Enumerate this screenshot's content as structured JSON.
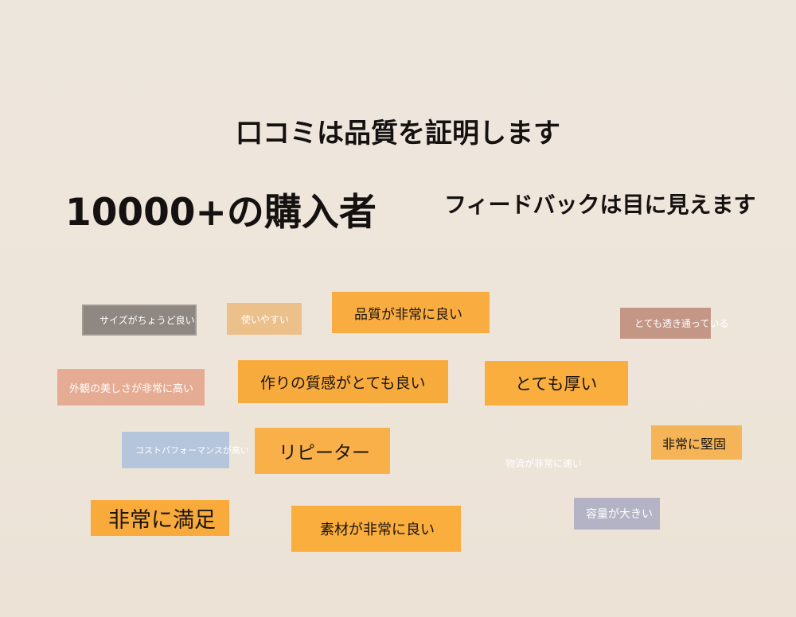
{
  "headline": "口コミは品質を証明します",
  "buyers": "10000+の購入者",
  "feedback": "フィードバックは目に見えます",
  "tags": [
    {
      "text": "サイズがちょうど良い",
      "color": "#8f8882"
    },
    {
      "text": "使いやすい",
      "color": "#ebc08a"
    },
    {
      "text": "品質が非常に良い",
      "color": "#f9ad40"
    },
    {
      "text": "とても透き通っている",
      "color": "#c49686"
    },
    {
      "text": "外観の美しさが非常に高い",
      "color": "#e6ab93"
    },
    {
      "text": "作りの質感がとても良い",
      "color": "#f8ab3d"
    },
    {
      "text": "とても厚い",
      "color": "#f9ae3e"
    },
    {
      "text": "コストパフォーマンスが高い",
      "color": "#b4c5dc"
    },
    {
      "text": "リピーター",
      "color": "#f9b048"
    },
    {
      "text": "物流が非常に速い",
      "color": "transparent"
    },
    {
      "text": "非常に堅固",
      "color": "#f4b457"
    },
    {
      "text": "非常に満足",
      "color": "#f8ab3b"
    },
    {
      "text": "素材が非常に良い",
      "color": "#f9ae3d"
    },
    {
      "text": "容量が大きい",
      "color": "#b3b3c5"
    }
  ]
}
